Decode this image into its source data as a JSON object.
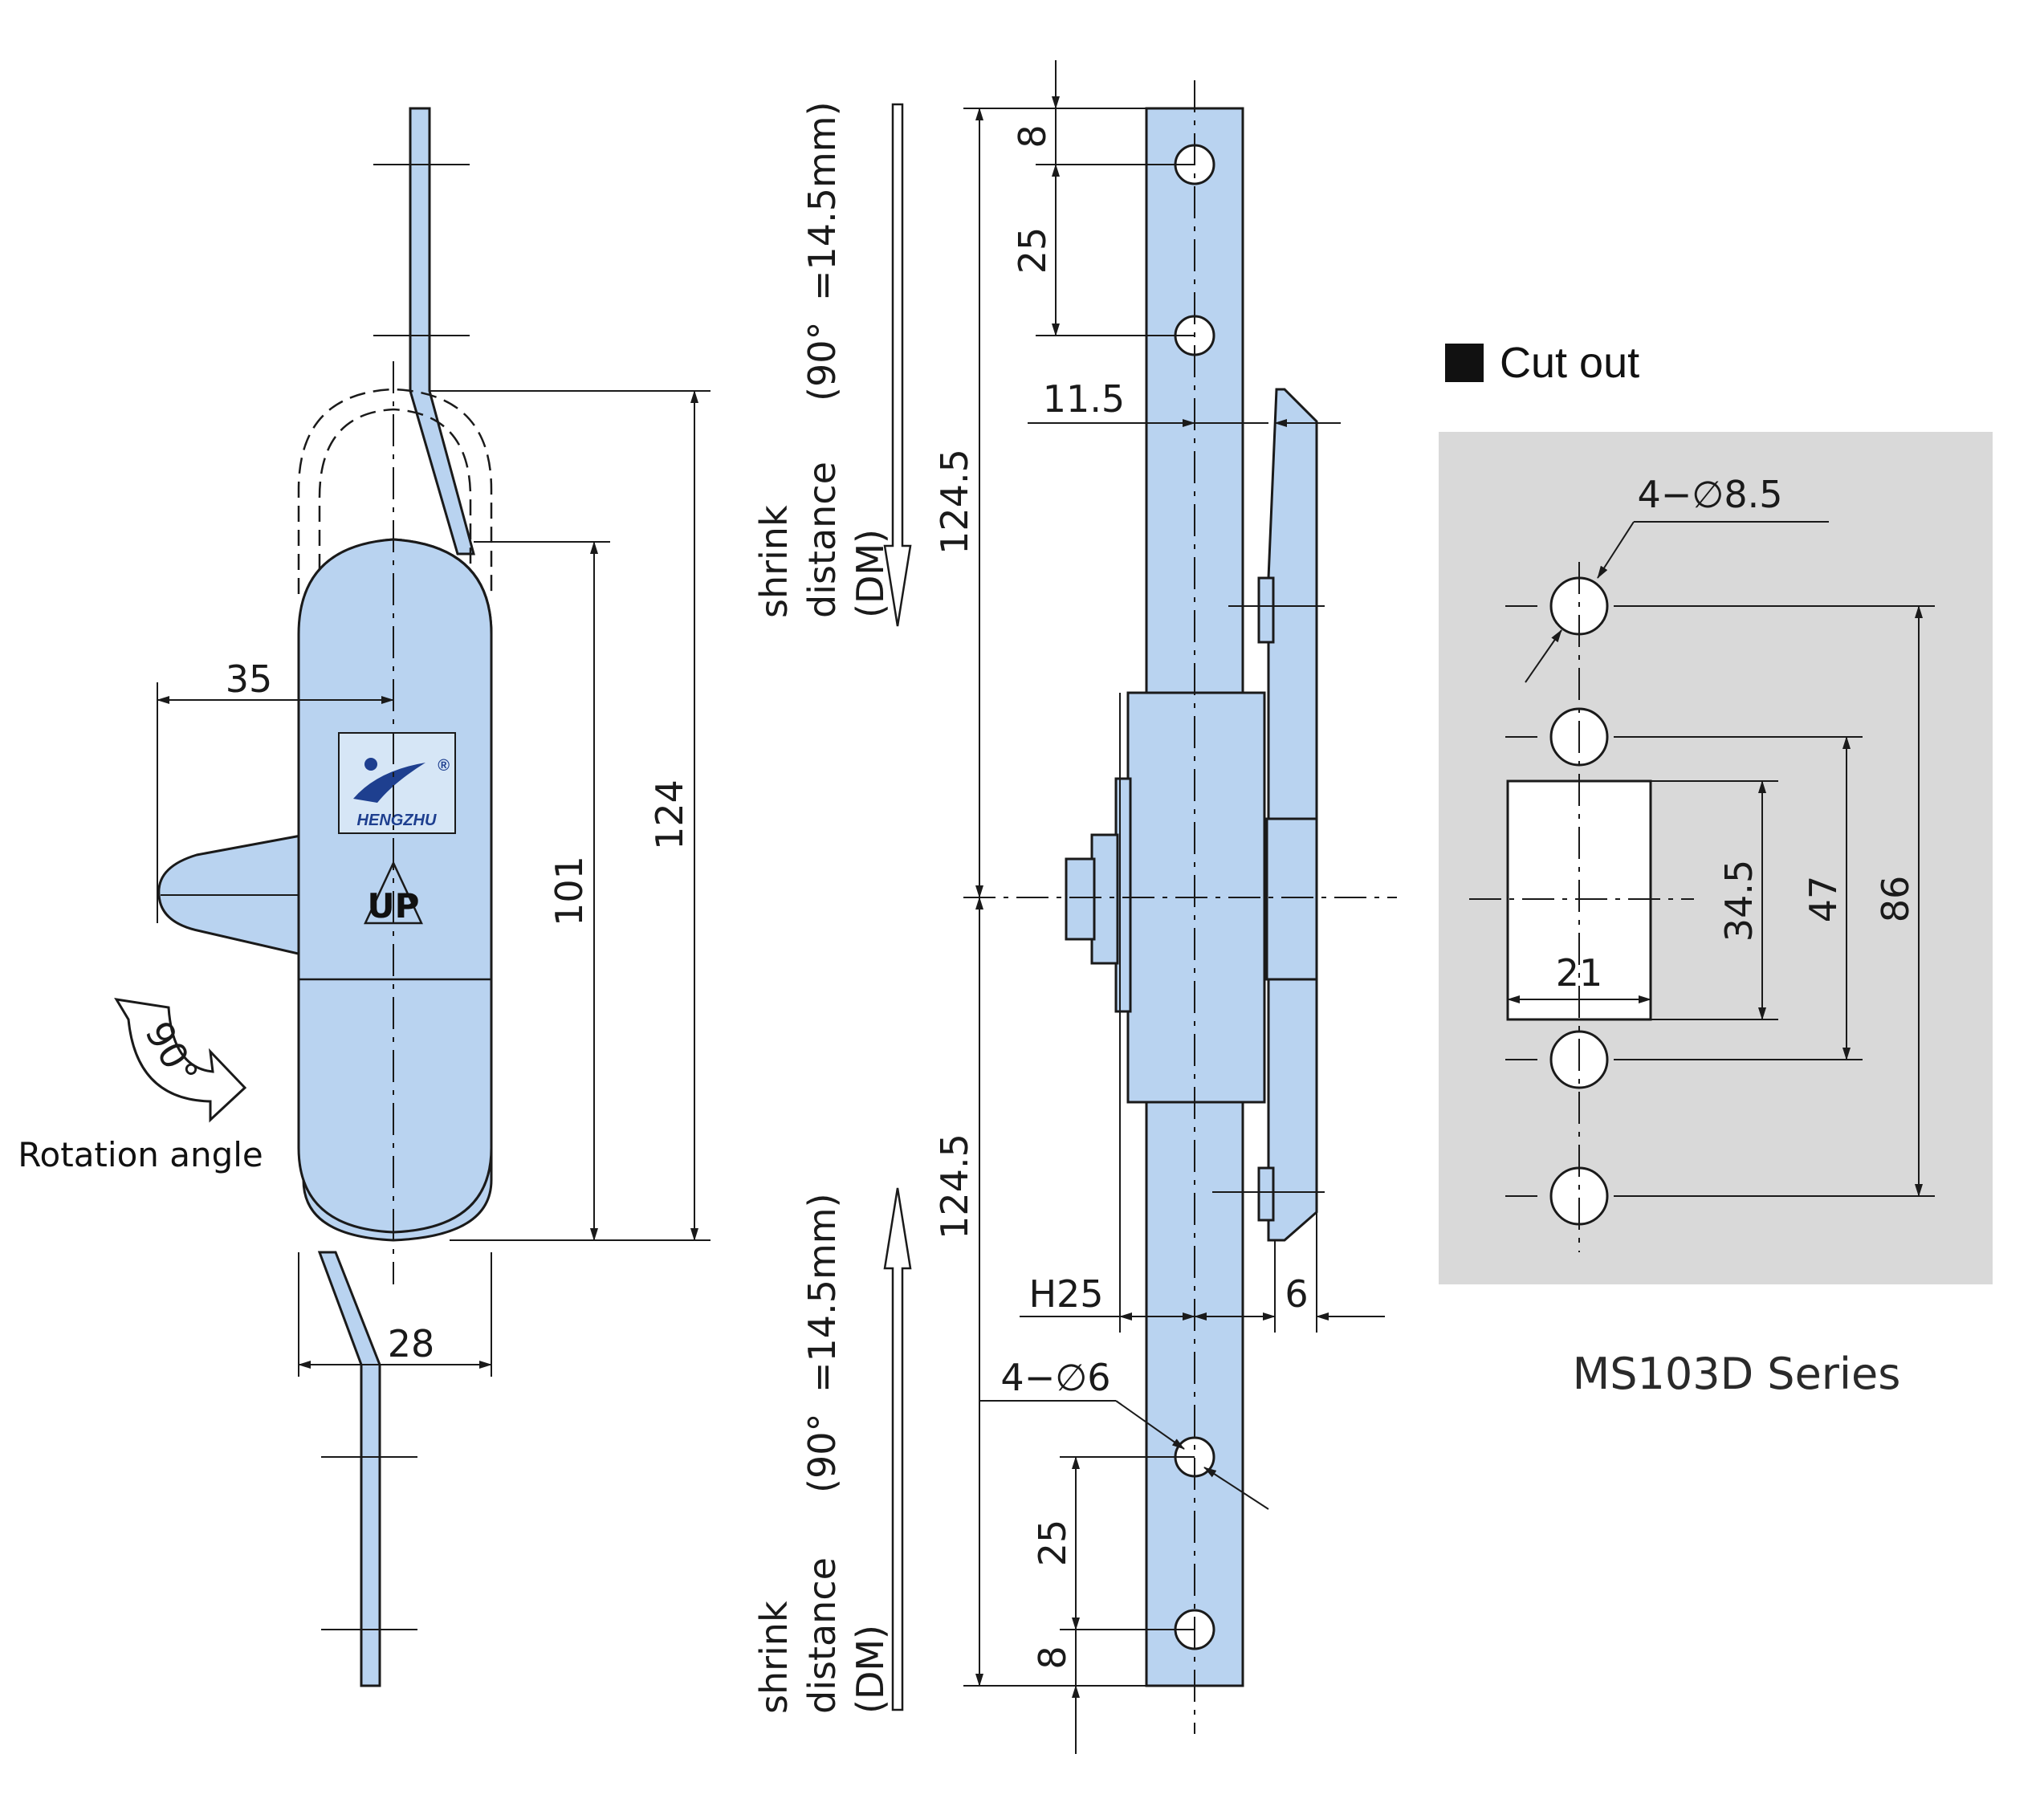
{
  "side_view": {
    "rotation_label": "Rotation angle",
    "rotation_angle": "90°",
    "dim_35": "35",
    "dim_101": "101",
    "dim_124": "124",
    "dim_28": "28",
    "brand_text": "HENGZHU",
    "brand_mark": "®",
    "up_label": "UP"
  },
  "front_view": {
    "shrink_top": {
      "line1": "shrink",
      "line2": "distance",
      "line3": "(DM)",
      "line4": "(90°",
      "line5": "=14.5mm)"
    },
    "shrink_bottom": {
      "line1": "shrink",
      "line2": "distance",
      "line3": "(DM)",
      "line4": "(90°",
      "line5": "=14.5mm)"
    },
    "dim_8_top": "8",
    "dim_25_top": "25",
    "dim_11_5": "11.5",
    "dim_124_5_top": "124.5",
    "dim_124_5_bottom": "124.5",
    "dim_h25": "H25",
    "dim_6": "6",
    "dim_holes": "4−∅6",
    "dim_25_bottom": "25",
    "dim_8_bottom": "8"
  },
  "cutout": {
    "title": "Cut out",
    "dim_holes": "4−∅8.5",
    "dim_34_5": "34.5",
    "dim_47": "47",
    "dim_86": "86",
    "dim_21": "21",
    "series": "MS103D Series"
  },
  "colors": {
    "part_fill": "#b9d3f0",
    "outline": "#1a1a1a",
    "cutout_panel": "#d9d9d9"
  }
}
